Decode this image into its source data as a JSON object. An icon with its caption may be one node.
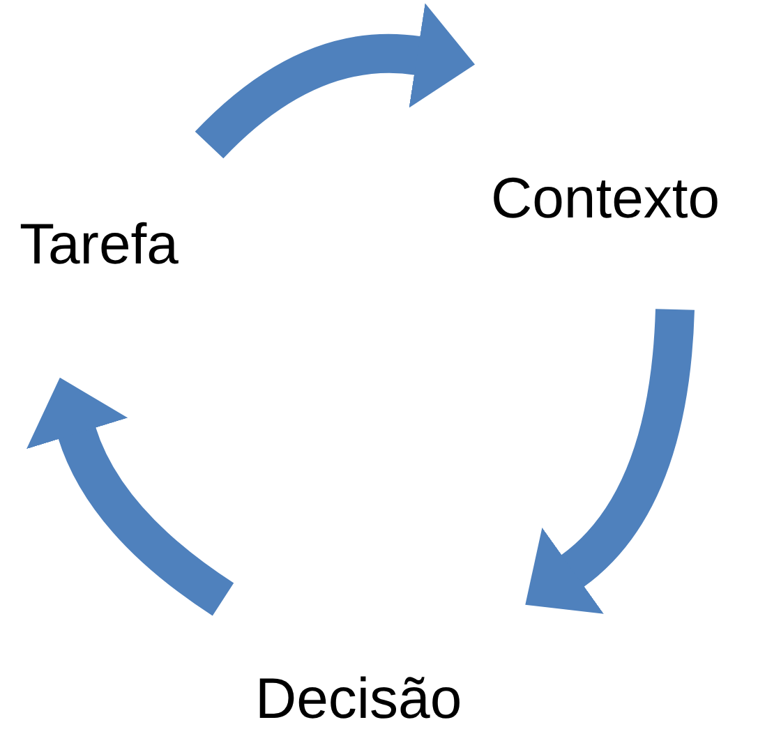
{
  "diagram": {
    "nodes": [
      {
        "text": [
          "Tarefa"
        ]
      },
      {
        "text": [
          "Contexto"
        ]
      },
      {
        "text": [
          "Decisão"
        ]
      }
    ],
    "edges": [
      {
        "from": 0,
        "to": 1,
        "arrow": "to"
      },
      {
        "from": 1,
        "to": 2,
        "arrow": "to"
      },
      {
        "from": 2,
        "to": 0,
        "arrow": "to"
      }
    ]
  }
}
